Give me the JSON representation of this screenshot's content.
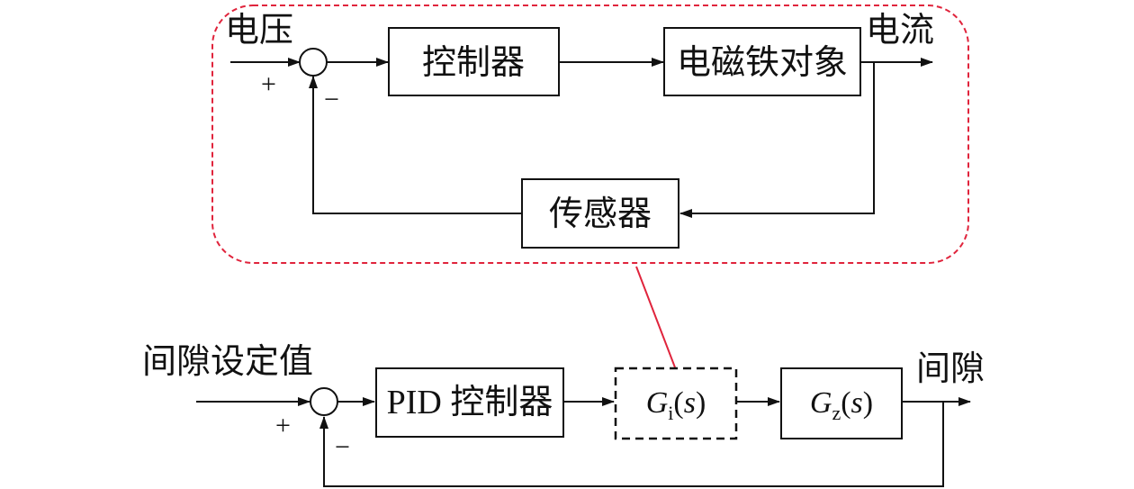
{
  "inner_loop": {
    "input_label": "电压",
    "output_label": "电流",
    "plus_sign": "+",
    "minus_sign": "−",
    "controller": "控制器",
    "plant": "电磁铁对象",
    "sensor": "传感器"
  },
  "outer_loop": {
    "input_label": "间隙设定值",
    "output_label": "间隙",
    "plus_sign": "+",
    "minus_sign": "−",
    "pid_block": "PID 控制器",
    "gi_block": {
      "symbol": "G",
      "subscript": "i",
      "arg": "(s)",
      "arg_var": "s"
    },
    "gz_block": {
      "symbol": "G",
      "subscript": "z",
      "arg": "(s)",
      "arg_var": "s"
    }
  },
  "colors": {
    "line": "#111111",
    "highlight_border": "#e0243c"
  }
}
